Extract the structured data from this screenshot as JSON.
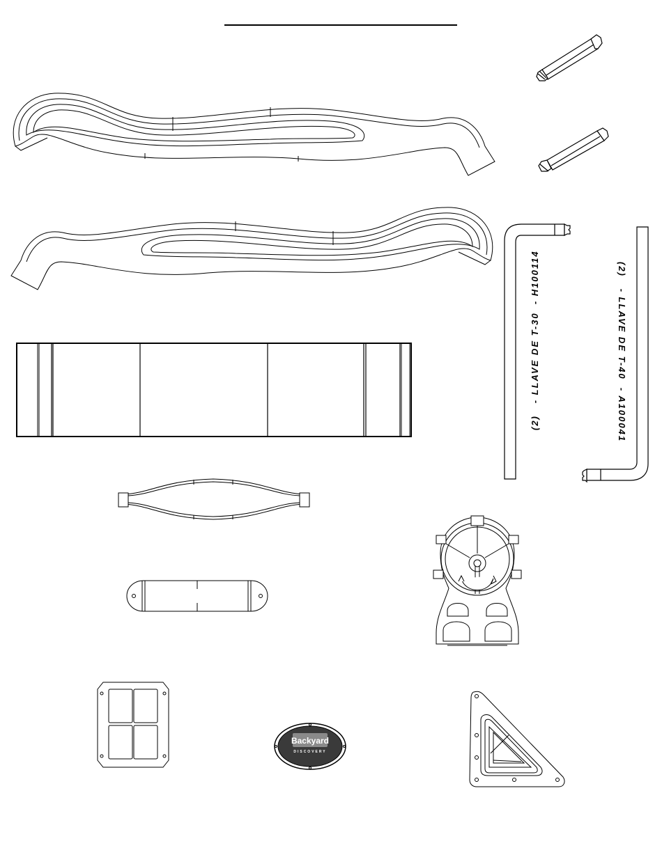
{
  "page": {
    "title_rule": "",
    "colors": {
      "ink": "#000000",
      "paper": "#ffffff",
      "plaque": "#3a3a3a"
    }
  },
  "tools": {
    "t30": {
      "qty": "(2)",
      "name": "- LLAVE DE T-30",
      "code": "- H100114"
    },
    "t40": {
      "qty": "(2)",
      "name": "- LLAVE DE T-40",
      "code": "- A100041"
    }
  },
  "parts": [
    {
      "id": "torx-bit-upper",
      "icon": "torx-bit-icon"
    },
    {
      "id": "torx-bit-lower",
      "icon": "torx-bit-icon"
    },
    {
      "id": "wavy-slide-rail-left",
      "icon": "wavy-rail-icon"
    },
    {
      "id": "wavy-slide-rail-right",
      "icon": "wavy-rail-icon"
    },
    {
      "id": "flat-board",
      "icon": "board-icon"
    },
    {
      "id": "swing-seat",
      "icon": "swing-seat-icon"
    },
    {
      "id": "handle-grip",
      "icon": "handle-icon"
    },
    {
      "id": "ship-wheel-panel",
      "icon": "ship-wheel-icon"
    },
    {
      "id": "window-panel",
      "icon": "window-panel-icon"
    },
    {
      "id": "brand-plaque",
      "icon": "brand-plaque-icon"
    },
    {
      "id": "triangle-bracket",
      "icon": "triangle-bracket-icon"
    }
  ],
  "plaque": {
    "brand": "Backyard",
    "sub": "DISCOVERY"
  }
}
